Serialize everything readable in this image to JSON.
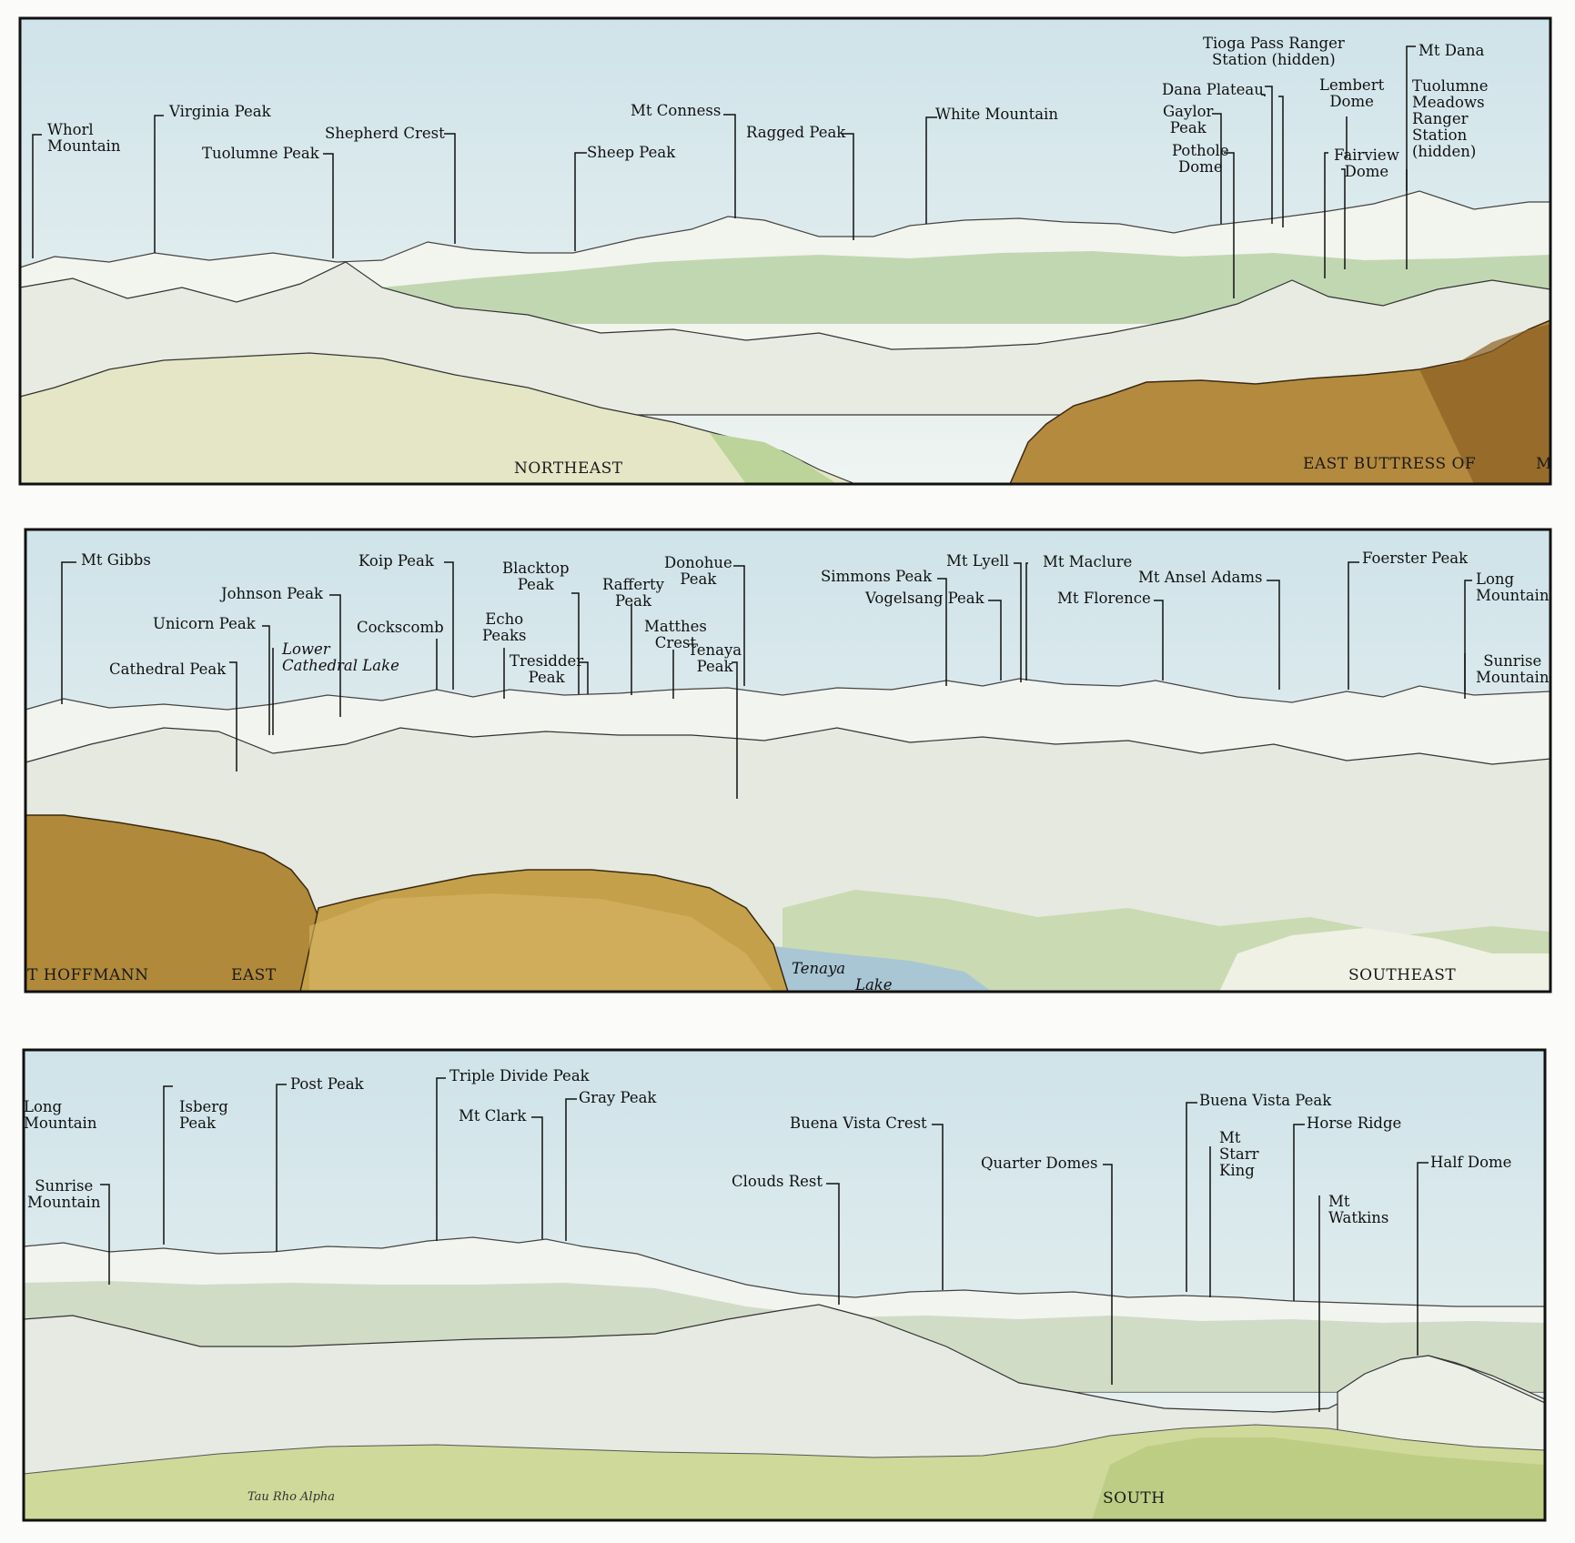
{
  "panels": [
    {
      "name": "northeast",
      "labels": [
        [
          "Whorl",
          "Mountain"
        ],
        [
          "Virginia Peak"
        ],
        [
          "Tuolumne Peak"
        ],
        [
          "Shepherd Crest"
        ],
        [
          "Sheep Peak"
        ],
        [
          "Mt Conness"
        ],
        [
          "Ragged Peak"
        ],
        [
          "White Mountain"
        ],
        [
          "Tioga Pass Ranger",
          "Station (hidden)"
        ],
        [
          "Dana Plateau"
        ],
        [
          "Gaylor",
          "Peak"
        ],
        [
          "Pothole",
          "Dome"
        ],
        [
          "Lembert",
          "Dome"
        ],
        [
          "Fairview",
          "Dome"
        ],
        [
          "Mt Dana"
        ],
        [
          "Tuolumne",
          "Meadows",
          "Ranger",
          "Station",
          "(hidden)"
        ]
      ],
      "directions": [
        "NORTHEAST",
        "EAST BUTTRESS OF",
        "M"
      ]
    },
    {
      "name": "east-southeast",
      "labels": [
        [
          "Mt Gibbs"
        ],
        [
          "Johnson Peak"
        ],
        [
          "Koip Peak"
        ],
        [
          "Unicorn Peak"
        ],
        [
          "Cockscomb"
        ],
        [
          "Lower",
          "Cathedral Lake"
        ],
        [
          "Cathedral Peak"
        ],
        [
          "Blacktop",
          "Peak"
        ],
        [
          "Echo",
          "Peaks"
        ],
        [
          "Tresidder",
          "Peak"
        ],
        [
          "Rafferty",
          "Peak"
        ],
        [
          "Matthes",
          "Crest"
        ],
        [
          "Donohue",
          "Peak"
        ],
        [
          "Tenaya",
          "Peak"
        ],
        [
          "Simmons Peak"
        ],
        [
          "Vogelsang Peak"
        ],
        [
          "Mt Lyell"
        ],
        [
          "Mt Maclure"
        ],
        [
          "Mt Florence"
        ],
        [
          "Mt Ansel Adams"
        ],
        [
          "Foerster Peak"
        ],
        [
          "Long",
          "Mountain"
        ],
        [
          "Sunrise",
          "Mountain"
        ],
        [
          "Tenaya",
          "Lake"
        ]
      ],
      "directions": [
        "T HOFFMANN",
        "EAST",
        "SOUTHEAST"
      ]
    },
    {
      "name": "south",
      "labels": [
        [
          "Long",
          "Mountain"
        ],
        [
          "Isberg",
          "Peak"
        ],
        [
          "Post Peak"
        ],
        [
          "Sunrise",
          "Mountain"
        ],
        [
          "Triple Divide Peak"
        ],
        [
          "Gray Peak"
        ],
        [
          "Mt Clark"
        ],
        [
          "Buena Vista Crest"
        ],
        [
          "Clouds Rest"
        ],
        [
          "Quarter Domes"
        ],
        [
          "Buena Vista Peak"
        ],
        [
          "Mt",
          "Starr",
          "King"
        ],
        [
          "Horse Ridge"
        ],
        [
          "Mt",
          "Watkins"
        ],
        [
          "Half Dome"
        ]
      ],
      "directions": [
        "SOUTH"
      ],
      "signature": "Tau Rho Alpha"
    }
  ]
}
